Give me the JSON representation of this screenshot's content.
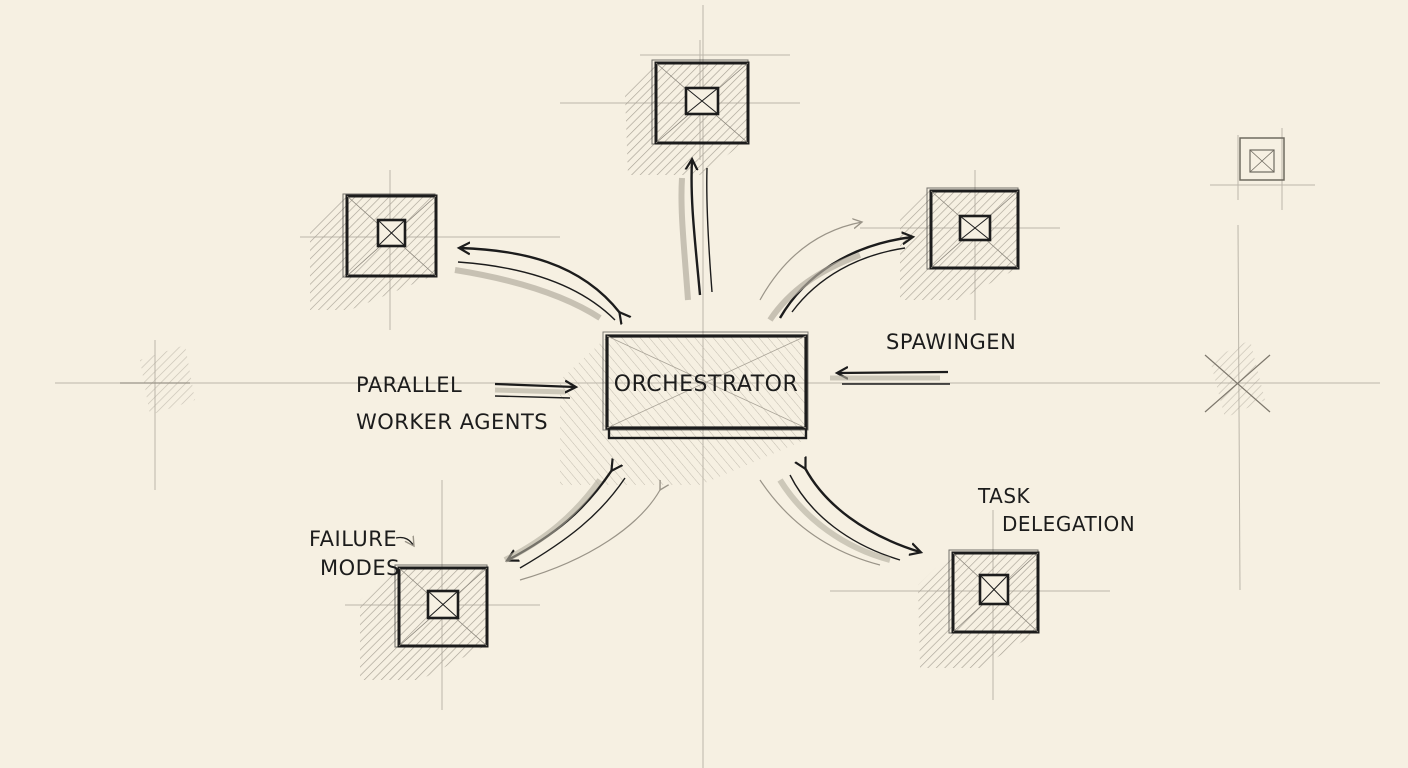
{
  "diagram": {
    "orchestrator_label": "ORCHESTRATOR",
    "annotations": {
      "spawning": "SPAWINGEN",
      "parallel_line1": "PARALLEL",
      "parallel_line2": "WORKER AGENTS",
      "failure_line1": "FAILURE",
      "failure_line2": "MODES",
      "task_line1": "TASK",
      "task_line2": "DELEGATION"
    },
    "colors": {
      "background": "#f6f0e2",
      "ink": "#1c1c1c",
      "pencil": "#9a9488",
      "shade": "#b8b2a6"
    }
  }
}
